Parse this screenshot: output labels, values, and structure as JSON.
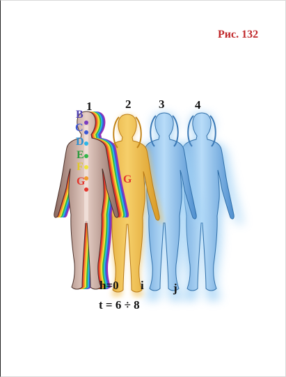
{
  "caption": "Рис. 132",
  "figure_numbers": [
    "1",
    "2",
    "3",
    "4"
  ],
  "chakra_labels": [
    "B",
    "C",
    "D",
    "E",
    "F",
    "G"
  ],
  "body2_label": "G",
  "bottom_labels": {
    "h": "h=0",
    "i": "i",
    "j": "j",
    "t": "t = 6 ÷ 8"
  },
  "colors": {
    "caption": "#c0282a",
    "figure1_skin": "#c9a79a",
    "figure2_gold": "#e9b33c",
    "figure3_blue": "#7fb3e3",
    "figure4_blue": "#7fb3e3",
    "aura_blue": "#9fd0f5"
  }
}
